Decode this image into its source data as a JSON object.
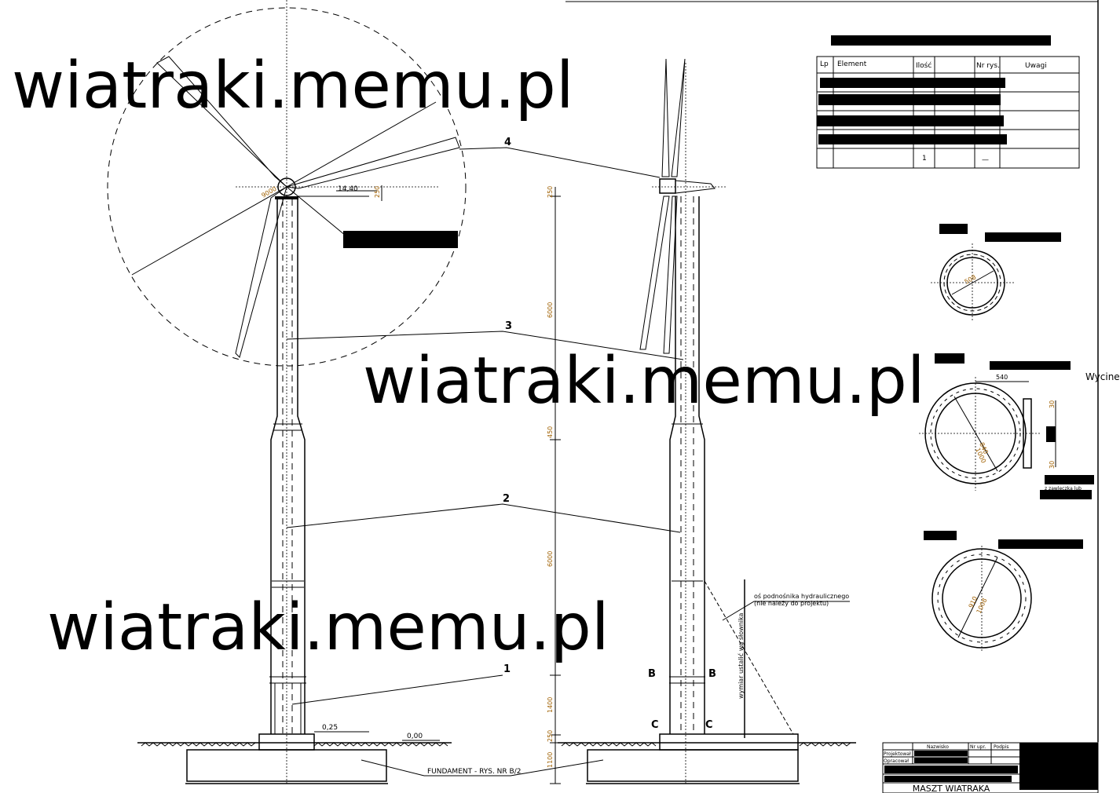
{
  "watermark": "wiatraki.memu.pl",
  "parts_table": {
    "headers": [
      "Lp",
      "Element",
      "Ilość",
      "",
      "Nr rys.",
      "Uwagi"
    ],
    "last_row": {
      "qty": "1",
      "drawing": "—"
    }
  },
  "elevations": {
    "top": "14,40",
    "base": "0,25",
    "ground": "0,00"
  },
  "dimensions": {
    "rotor_diameter": "9000",
    "hub_offset": "250",
    "vertical": [
      "250",
      "6000",
      "450",
      "6000",
      "1400",
      "250",
      "1100"
    ]
  },
  "section_dims": {
    "top_ring": "508",
    "mid_width": "540",
    "mid_ring_inner": "840",
    "mid_ring_outer": "1000",
    "mid_gap_top": "30",
    "mid_gap_bottom": "30",
    "bottom_ring_inner": "910",
    "bottom_ring_outer": "1008",
    "hinge_note": "z zawleczką lub"
  },
  "callouts": [
    "1",
    "2",
    "3",
    "4"
  ],
  "section_markers": {
    "b": "B",
    "c": "C"
  },
  "notes": {
    "hydraulic_axis_1": "oś podnośnika hydraulicznego",
    "hydraulic_axis_2": "(nie należy do projektu)",
    "dimension_note": "wymiar ustalić wg słownika",
    "foundation": "FUNDAMENT - RYS. NR B/2"
  },
  "title_block": {
    "headers": [
      "Nazwisko",
      "Nr upr.",
      "Podpis"
    ],
    "designed": "Projektował",
    "prepared": "Opracował",
    "title": "MASZT WIATRAKA"
  },
  "overlay_hint": "Wycine"
}
